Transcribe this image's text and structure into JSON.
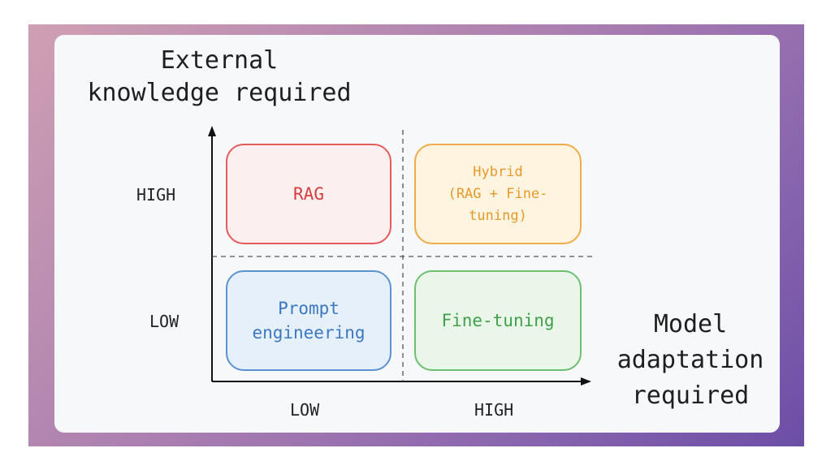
{
  "y_axis": {
    "title": "External\nknowledge required",
    "ticks": [
      "HIGH",
      "LOW"
    ]
  },
  "x_axis": {
    "title": "Model\nadaptation\nrequired",
    "ticks": [
      "LOW",
      "HIGH"
    ]
  },
  "quadrants": {
    "rag": {
      "label": "RAG",
      "color": "#d63d3d",
      "fill": "#fbeff0",
      "border": "#e35b5b"
    },
    "hybrid": {
      "label": "Hybrid\n(RAG + Fine-\ntuning)",
      "color": "#e79a2a",
      "fill": "#fff4df",
      "border": "#f0ab4a"
    },
    "prompt": {
      "label": "Prompt\nengineering",
      "color": "#3a78c2",
      "fill": "#e6f0fb",
      "border": "#5b92d2"
    },
    "finetuning": {
      "label": "Fine-tuning",
      "color": "#3f9f4a",
      "fill": "#eaf6ea",
      "border": "#6cbf6f"
    }
  }
}
